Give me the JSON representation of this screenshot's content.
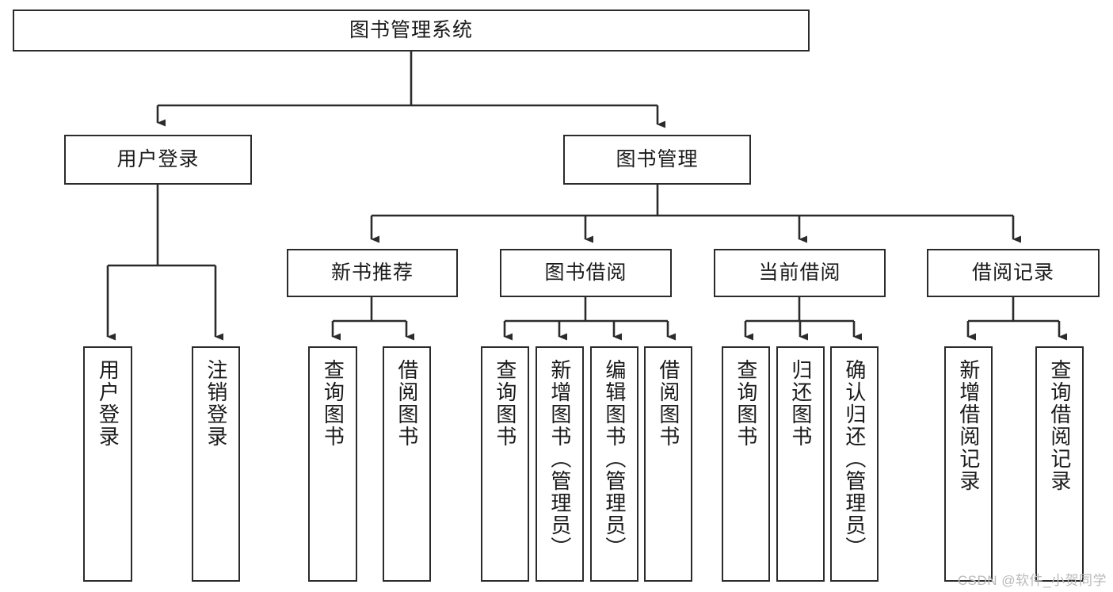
{
  "diagram": {
    "title": "图书管理系统",
    "type": "tree-structure-chart",
    "watermark": "CSDN @软件_小贺同学",
    "colors": {
      "box_border": "#2b2b2b",
      "box_fill": "#ffffff",
      "connector": "#2b2b2b",
      "text": "#1a1a1a",
      "watermark": "#b9b9b9"
    }
  },
  "nodes": {
    "root": {
      "label": "图书管理系统"
    },
    "level2": [
      {
        "label": "用户登录"
      },
      {
        "label": "图书管理"
      }
    ],
    "level3": [
      {
        "label": "新书推荐"
      },
      {
        "label": "图书借阅"
      },
      {
        "label": "当前借阅"
      },
      {
        "label": "借阅记录"
      }
    ],
    "leaves": {
      "user_login": [
        {
          "label": "用户登录"
        },
        {
          "label": "注销登录"
        }
      ],
      "new_book_recommend": [
        {
          "label": "查询图书"
        },
        {
          "label": "借阅图书"
        }
      ],
      "book_borrow": [
        {
          "label": "查询图书"
        },
        {
          "label": "新增图书（管理员）"
        },
        {
          "label": "编辑图书（管理员）"
        },
        {
          "label": "借阅图书"
        }
      ],
      "current_borrow": [
        {
          "label": "查询图书"
        },
        {
          "label": "归还图书"
        },
        {
          "label": "确认归还（管理员）"
        }
      ],
      "borrow_record": [
        {
          "label": "新增借阅记录"
        },
        {
          "label": "查询借阅记录"
        }
      ]
    }
  }
}
